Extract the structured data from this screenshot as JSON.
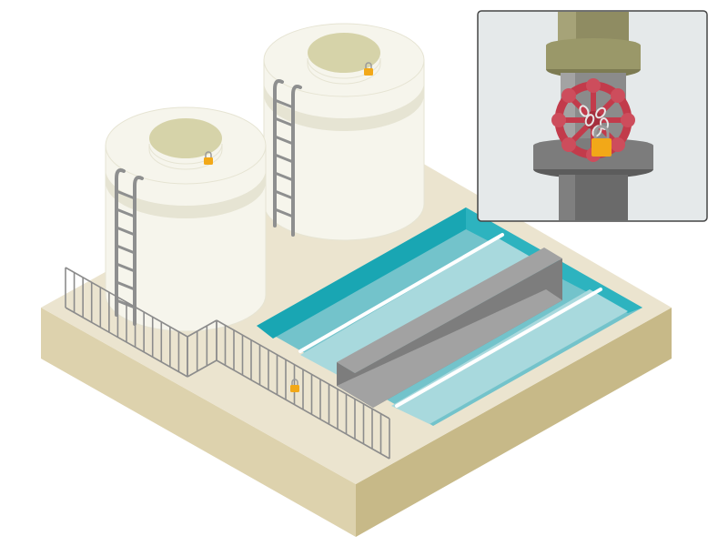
{
  "scene": {
    "subject": "water-treatment-facility",
    "components": {
      "tanks": [
        "storage-tank-left",
        "storage-tank-right"
      ],
      "basin": "sedimentation-basin",
      "fence": "perimeter-fence",
      "inset": "valve-lockout-detail"
    }
  },
  "colors": {
    "platform_top": "#ebe4cf",
    "platform_left": "#ddd2ad",
    "platform_right": "#c7b988",
    "tank_body": "#f6f5ec",
    "tank_shadow": "#e6e4d3",
    "tank_hatch": "#d6d3a9",
    "ladder": "#8e8f8f",
    "fence": "#8c8c8c",
    "water": "#73c3cb",
    "water_light": "#a8d9dd",
    "water_wall": "#19a6b3",
    "channel_top": "#a2a2a2",
    "channel_side": "#7d7d7d",
    "lock": "#f2a818",
    "inset_bg": "#e5e9ea",
    "inset_border": "#454545",
    "pipe_upper": "#8f8c62",
    "pipe_lower": "#6a6a6a",
    "valve_wheel": "#c23b4b"
  },
  "icons": {
    "padlock": "padlock-icon",
    "chain": "chain-icon",
    "valve": "valve-handwheel-icon"
  }
}
